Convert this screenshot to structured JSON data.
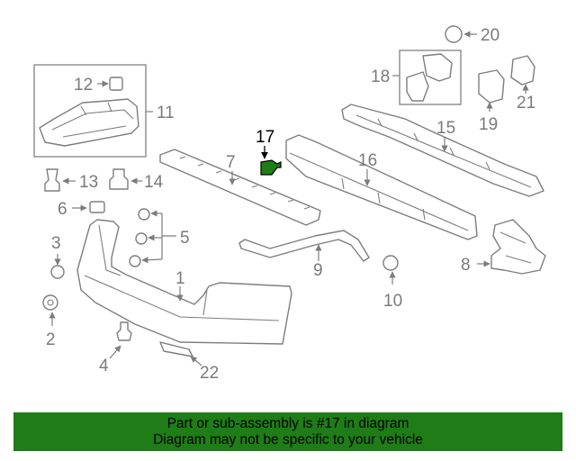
{
  "callouts": {
    "c1": "1",
    "c2": "2",
    "c3": "3",
    "c4": "4",
    "c5": "5",
    "c6": "6",
    "c7": "7",
    "c8": "8",
    "c9": "9",
    "c10": "10",
    "c11": "11",
    "c12": "12",
    "c13": "13",
    "c14": "14",
    "c15": "15",
    "c16": "16",
    "c17": "17",
    "c18": "18",
    "c19": "19",
    "c20": "20",
    "c21": "21",
    "c22": "22"
  },
  "highlighted_part": "17",
  "colors": {
    "banner": "#1e7d16",
    "highlight_part": "#1e7d16",
    "callout": "#7a7a7a"
  },
  "banner": {
    "line1": "Part or sub-assembly is #17 in diagram",
    "line2": "Diagram may not be specific to your vehicle"
  }
}
